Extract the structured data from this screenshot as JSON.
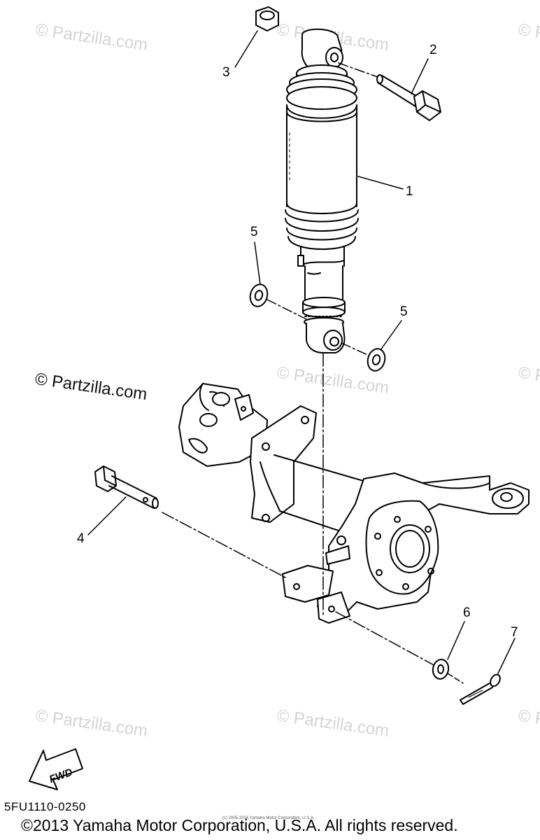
{
  "watermark": {
    "small_text": "© Partzilla.com",
    "main_text": "© Partzilla.com"
  },
  "callouts": [
    {
      "id": "1",
      "label": "1"
    },
    {
      "id": "2",
      "label": "2"
    },
    {
      "id": "3",
      "label": "3"
    },
    {
      "id": "4",
      "label": "4"
    },
    {
      "id": "5a",
      "label": "5"
    },
    {
      "id": "5b",
      "label": "5"
    },
    {
      "id": "6",
      "label": "6"
    },
    {
      "id": "7",
      "label": "7"
    }
  ],
  "fwd_label": "FWD",
  "diagram_code": "5FU1110-0250",
  "copyright": "©2013 Yamaha Motor Corporation, U.S.A. All rights reserved.",
  "small_copyright": "(c) 2005-2016 Yamaha Motor Corporation, U.S.A."
}
